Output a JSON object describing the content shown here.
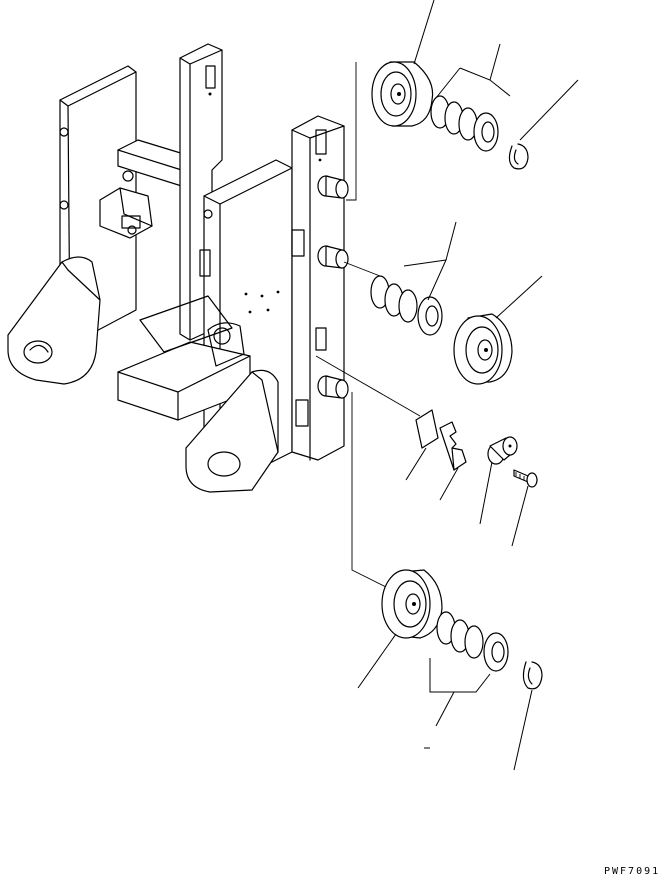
{
  "diagram": {
    "type": "exploded-parts-diagram",
    "drawing_code": "PWF7091",
    "parts": [
      {
        "name": "carriage-frame"
      },
      {
        "name": "upper-roller"
      },
      {
        "name": "upper-shim-set"
      },
      {
        "name": "upper-snap-ring"
      },
      {
        "name": "middle-shim-set"
      },
      {
        "name": "middle-roller"
      },
      {
        "name": "side-pad-plate"
      },
      {
        "name": "shim-plate"
      },
      {
        "name": "side-roller"
      },
      {
        "name": "bolt"
      },
      {
        "name": "lower-roller"
      },
      {
        "name": "lower-shim-set"
      },
      {
        "name": "lower-snap-ring"
      }
    ]
  }
}
